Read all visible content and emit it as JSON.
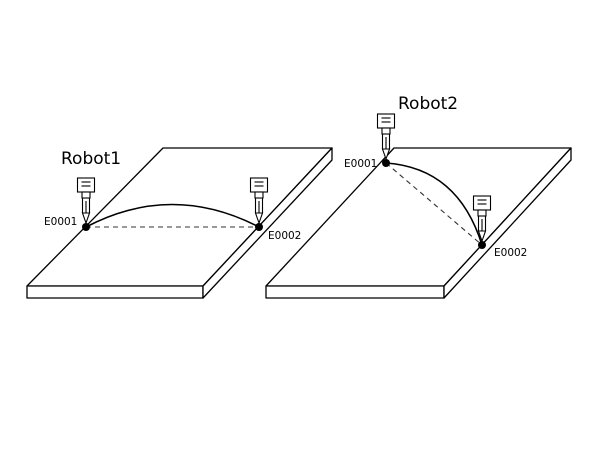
{
  "figures": [
    {
      "robot_label": "Robot1",
      "start_point_label": "E0001",
      "end_point_label": "E0002"
    },
    {
      "robot_label": "Robot2",
      "start_point_label": "E0001",
      "end_point_label": "E0002"
    }
  ],
  "colors": {
    "line": "#000000",
    "background": "#ffffff"
  }
}
